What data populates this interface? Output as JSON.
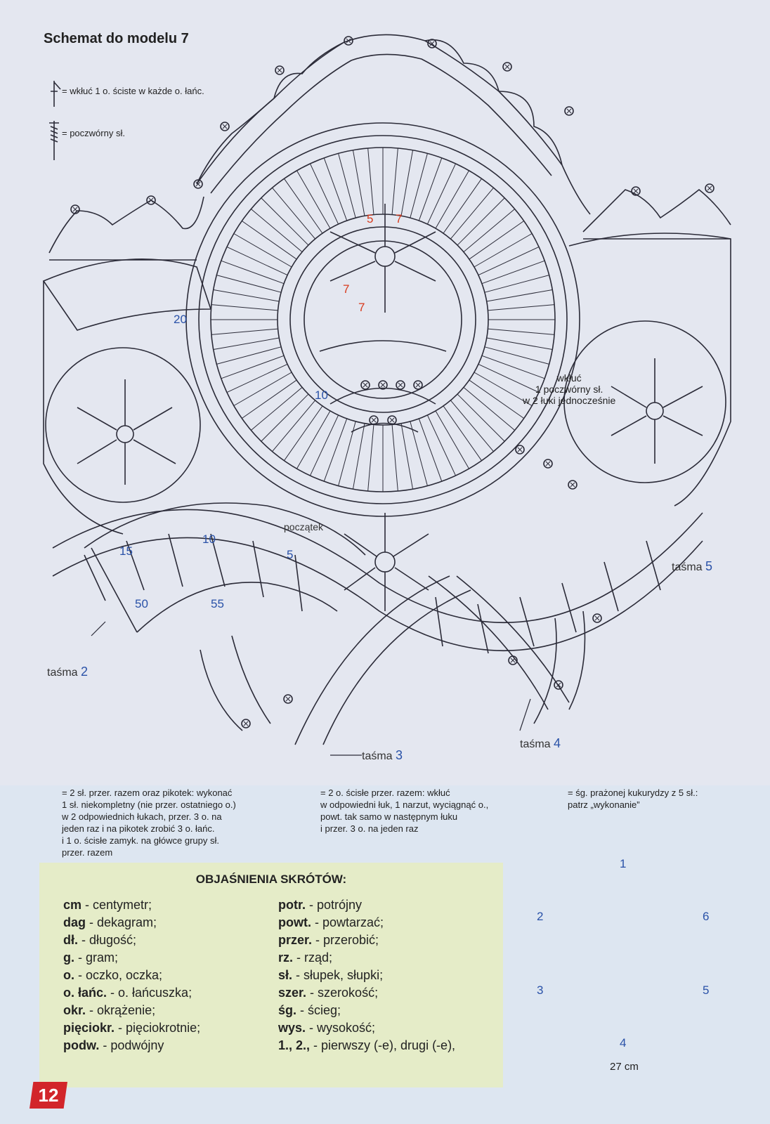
{
  "title": "Schemat do modelu 7",
  "legend_top": {
    "sym1": "= wkłuć 1 o. ściste w każde o. łańc.",
    "sym2": "= poczwórny sł."
  },
  "labels": {
    "wkluc": "wkłuć\n1 poczwórny sł.\nw 2 łuki jednocześnie",
    "poczatek": "początek",
    "tasma_word": "taśma",
    "tasma2": "2",
    "tasma3": "3",
    "tasma4": "4",
    "tasma5": "5"
  },
  "round_numbers": {
    "r20": "20",
    "r10a": "10",
    "r10b": "10",
    "r15": "15",
    "r5": "5",
    "r50": "50",
    "r55": "55",
    "red5": "5",
    "red7a": "7",
    "red7b": "7",
    "red7c": "7"
  },
  "symbol_notes": {
    "note1": "= 2 sł. przer. razem oraz pikotek: wykonać\n1 sł. niekompletny (nie przer. ostatniego o.)\nw 2 odpowiednich łukach, przer. 3 o. na\njeden raz i na pikotek zrobić 3 o. łańc.\ni 1 o. ścisłe zamyk. na główce grupy sł.\nprzer. razem",
    "note2": "= 2 o. ścisłe przer. razem: wkłuć\nw odpowiedni łuk, 1 narzut, wyciągnąć o.,\npowt. tak samo w następnym łuku\ni przer. 3 o. na jeden raz",
    "note3": "= śg. prażonej kukurydzy z 5 sł.:\npatrz „wykonanie”"
  },
  "abbreviations": {
    "title": "OBJAŚNIENIA SKRÓTÓW:",
    "left": [
      {
        "abbr": "cm",
        "desc": " - centymetr;"
      },
      {
        "abbr": "dag",
        "desc": " - dekagram;"
      },
      {
        "abbr": "dł.",
        "desc": " - długość;"
      },
      {
        "abbr": "g.",
        "desc": " - gram;"
      },
      {
        "abbr": "o.",
        "desc": " - oczko, oczka;"
      },
      {
        "abbr": "o. łańc.",
        "desc": " - o. łańcuszka;"
      },
      {
        "abbr": "okr.",
        "desc": " - okrążenie;"
      },
      {
        "abbr": "pięciokr.",
        "desc": " - pięciokrotnie;"
      },
      {
        "abbr": "podw.",
        "desc": " - podwójny"
      }
    ],
    "right": [
      {
        "abbr": "potr.",
        "desc": " - potrójny"
      },
      {
        "abbr": "powt.",
        "desc": " - powtarzać;"
      },
      {
        "abbr": "przer.",
        "desc": " - przerobić;"
      },
      {
        "abbr": "rz.",
        "desc": " - rząd;"
      },
      {
        "abbr": "sł.",
        "desc": " - słupek, słupki;"
      },
      {
        "abbr": "szer.",
        "desc": " - szerokość;"
      },
      {
        "abbr": "śg.",
        "desc": " - ścieg;"
      },
      {
        "abbr": "wys.",
        "desc": " - wysokość;"
      },
      {
        "abbr": "1., 2.,",
        "desc": " - pierwszy (-e), drugi (-e),"
      }
    ]
  },
  "doily_numbers": [
    "1",
    "2",
    "3",
    "4",
    "5",
    "6"
  ],
  "size": "27 cm",
  "page_number": "12",
  "colors": {
    "ink": "#2b2b38",
    "blue": "#2a52a8",
    "red": "#d83a1c",
    "page_red": "#d2252a"
  }
}
